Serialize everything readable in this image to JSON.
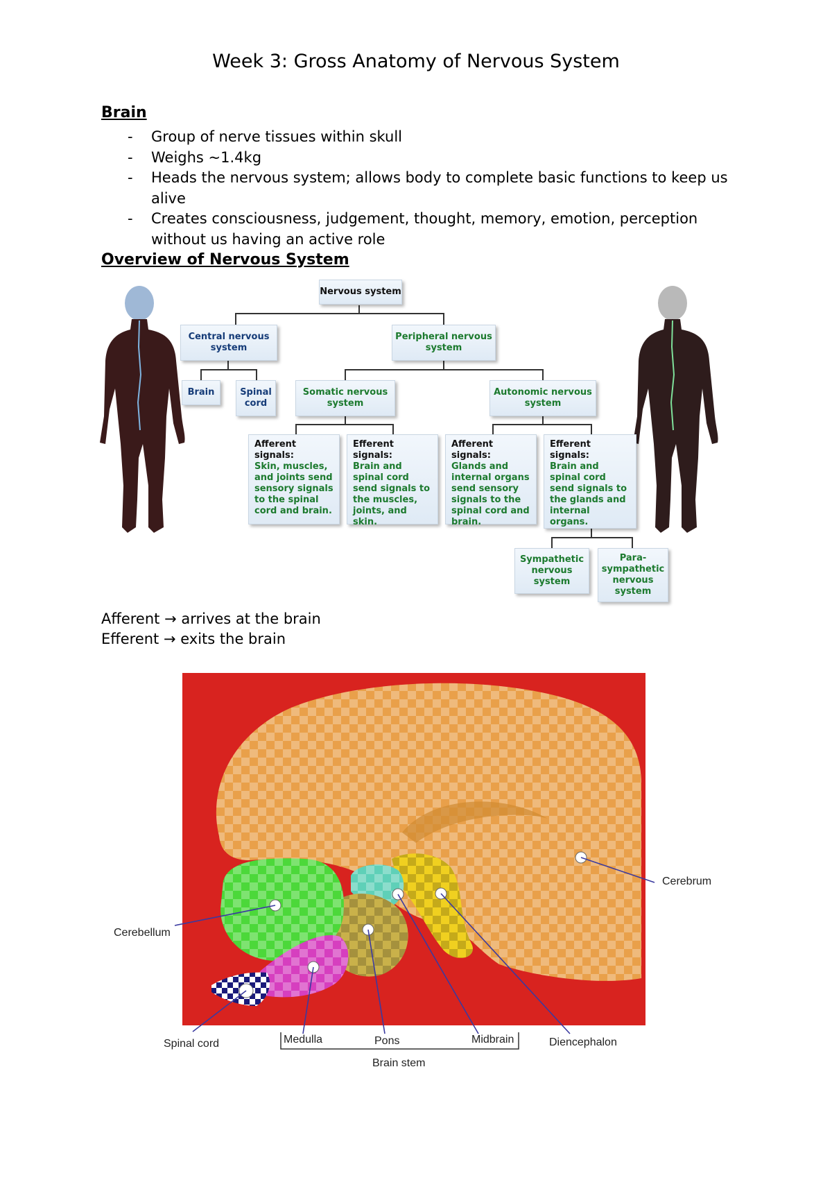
{
  "title": "Week 3: Gross Anatomy of Nervous System",
  "brain_section": {
    "heading": "Brain",
    "bullets": [
      "Group of nerve tissues within skull",
      "Weighs ~1.4kg",
      "Heads the nervous system; allows body to complete basic functions to keep us alive",
      "Creates consciousness, judgement, thought, memory, emotion, perception without us having an active role"
    ]
  },
  "overview_section": {
    "heading": "Overview of Nervous System",
    "flowchart": {
      "root": "Nervous system",
      "cns": "Central nervous system",
      "pns": "Peripheral nervous system",
      "brain": "Brain",
      "spinal_cord": "Spinal cord",
      "somatic": "Somatic nervous system",
      "autonomic": "Autonomic nervous system",
      "somatic_afferent": {
        "head": "Afferent signals:",
        "body": "Skin, muscles, and joints send sensory signals to the spinal cord and brain."
      },
      "somatic_efferent": {
        "head": "Efferent signals:",
        "body": "Brain and spinal cord send signals to the muscles, joints, and skin."
      },
      "autonomic_afferent": {
        "head": "Afferent signals:",
        "body": "Glands and internal organs send sensory signals to the spinal cord and brain."
      },
      "autonomic_efferent": {
        "head": "Efferent signals:",
        "body": "Brain and spinal cord send signals to the glands and internal organs."
      },
      "sympathetic": "Sympathetic nervous system",
      "parasympathetic": "Para-sympathetic nervous system"
    },
    "definitions": [
      "Afferent → arrives at the brain",
      "Efferent → exits the brain"
    ]
  },
  "brain_figure": {
    "labels": {
      "cerebrum": "Cerebrum",
      "cerebellum": "Cerebellum",
      "spinal_cord": "Spinal cord",
      "medulla": "Medulla",
      "pons": "Pons",
      "midbrain": "Midbrain",
      "diencephalon": "Diencephalon",
      "brain_stem": "Brain stem"
    },
    "colors": {
      "background": "#d8231f",
      "cerebrum": "#e9a04a",
      "cerebellum": "#4cd83a",
      "pons": "#c9b14a",
      "medulla": "#d63fbf",
      "spinal_cord": "#1a1a7a",
      "midbrain": "#5fd0b8",
      "diencephalon": "#f0d020"
    }
  }
}
